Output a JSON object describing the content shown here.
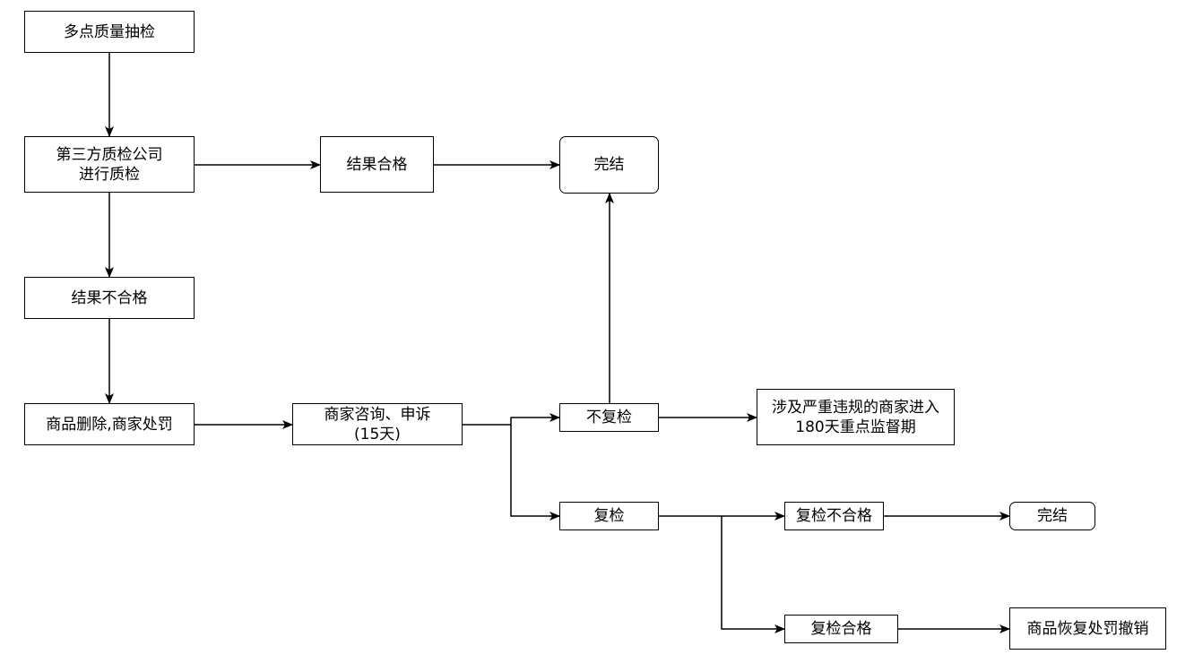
{
  "nodes": {
    "n_sampling": {
      "label": "多点质量抽检"
    },
    "n_third_party": {
      "label": "第三方质检公司\n进行质检"
    },
    "n_pass": {
      "label": "结果合格"
    },
    "n_done_top": {
      "label": "完结"
    },
    "n_fail": {
      "label": "结果不合格"
    },
    "n_penalty": {
      "label": "商品删除,商家处罚"
    },
    "n_appeal": {
      "label": "商家咨询、申诉\n(15天)"
    },
    "n_no_recheck": {
      "label": "不复检"
    },
    "n_monitor": {
      "label": "涉及严重违规的商家进入\n180天重点监督期"
    },
    "n_recheck": {
      "label": "复检"
    },
    "n_recheck_fail": {
      "label": "复检不合格"
    },
    "n_done_bottom": {
      "label": "完结"
    },
    "n_recheck_pass": {
      "label": "复检合格"
    },
    "n_restore": {
      "label": "商品恢复处罚撤销"
    }
  }
}
